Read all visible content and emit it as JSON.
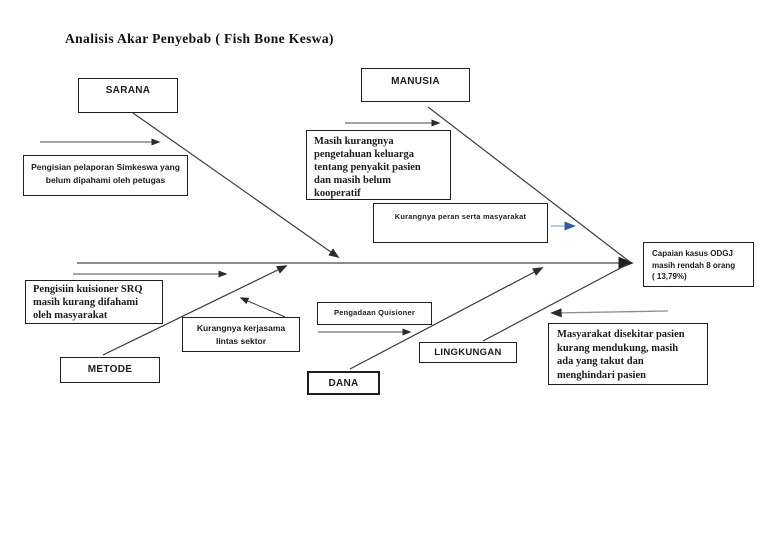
{
  "title": "Analisis Akar Penyebab ( Fish Bone Keswa)",
  "categories": {
    "sarana": "SARANA",
    "manusia": "MANUSIA",
    "metode": "METODE",
    "dana": "DANA",
    "lingkungan": "LINGKUNGAN"
  },
  "causes": {
    "pelaporan": "Pengisian pelaporan Simkeswa yang\nbelum dipahami oleh petugas",
    "pengetahuan": "Masih kurangnya\npengetahuan keluarga\ntentang penyakit pasien\ndan masih belum\nkooperatif",
    "peran": "Kurangnya peran serta masyarakat",
    "kuisioner": "Pengisiin kuisioner SRQ\nmasih kurang difahami\noleh masyarakat",
    "kerjasama": "Kurangnya kerjasama\nlintas sektor",
    "pengadaan": "Pengadaan Quisioner",
    "masyarakat": "Masyarakat disekitar pasien\nkurang mendukung, masih\nada yang takut dan\nmenghindari pasien"
  },
  "effect": {
    "text": "Capaian kasus ODGJ\nmasih rendah 8 orang\n( 13,79%)"
  },
  "colors": {
    "line": "#4d4d4d",
    "spine": "#666666",
    "gray_arrow": "#8c8c8c",
    "blue_arrow_line": "#85a9d6",
    "blue_arrow_head": "#2e5fa3",
    "box_border": "#1f1f1f",
    "background": "#ffffff"
  }
}
